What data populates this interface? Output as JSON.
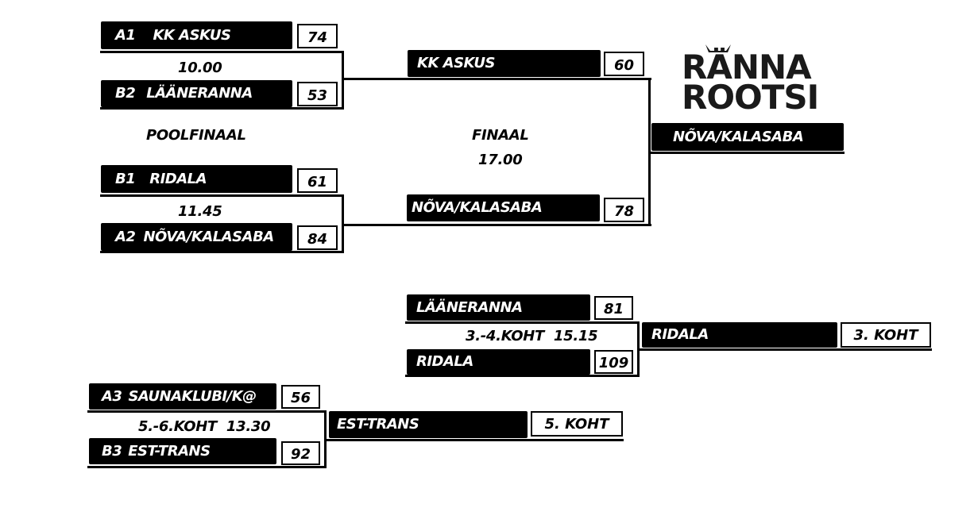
{
  "logo": {
    "line1": "RÄNNA",
    "line2": "ROOTSI"
  },
  "semifinals": {
    "label": "POOLFINAAL",
    "matches": [
      {
        "time": "10.00",
        "team1": {
          "seed": "A1",
          "name": "KK ASKUS",
          "score": "74"
        },
        "team2": {
          "seed": "B2",
          "name": "LÄÄNERANNA",
          "score": "53"
        }
      },
      {
        "time": "11.45",
        "team1": {
          "seed": "B1",
          "name": "RIDALA",
          "score": "61"
        },
        "team2": {
          "seed": "A2",
          "name": "NÕVA/KALASABA",
          "score": "84"
        }
      }
    ]
  },
  "final": {
    "label": "FINAAL",
    "time": "17.00",
    "team1": {
      "name": "KK ASKUS",
      "score": "60"
    },
    "team2": {
      "name": "NÕVA/KALASABA",
      "score": "78"
    },
    "winner": "NÕVA/KALASABA"
  },
  "third_place": {
    "label": "3.-4.KOHT  15.15",
    "team1": {
      "name": "LÄÄNERANNA",
      "score": "81"
    },
    "team2": {
      "name": "RIDALA",
      "score": "109"
    },
    "winner": "RIDALA",
    "place_label": "3. KOHT"
  },
  "fifth_place": {
    "label": "5.-6.KOHT  13.30",
    "team1": {
      "seed": "A3",
      "name": "SAUNAKLUBI/K@",
      "score": "56"
    },
    "team2": {
      "seed": "B3",
      "name": "EST-TRANS",
      "score": "92"
    },
    "winner": "EST-TRANS",
    "place_label": "5. KOHT"
  }
}
